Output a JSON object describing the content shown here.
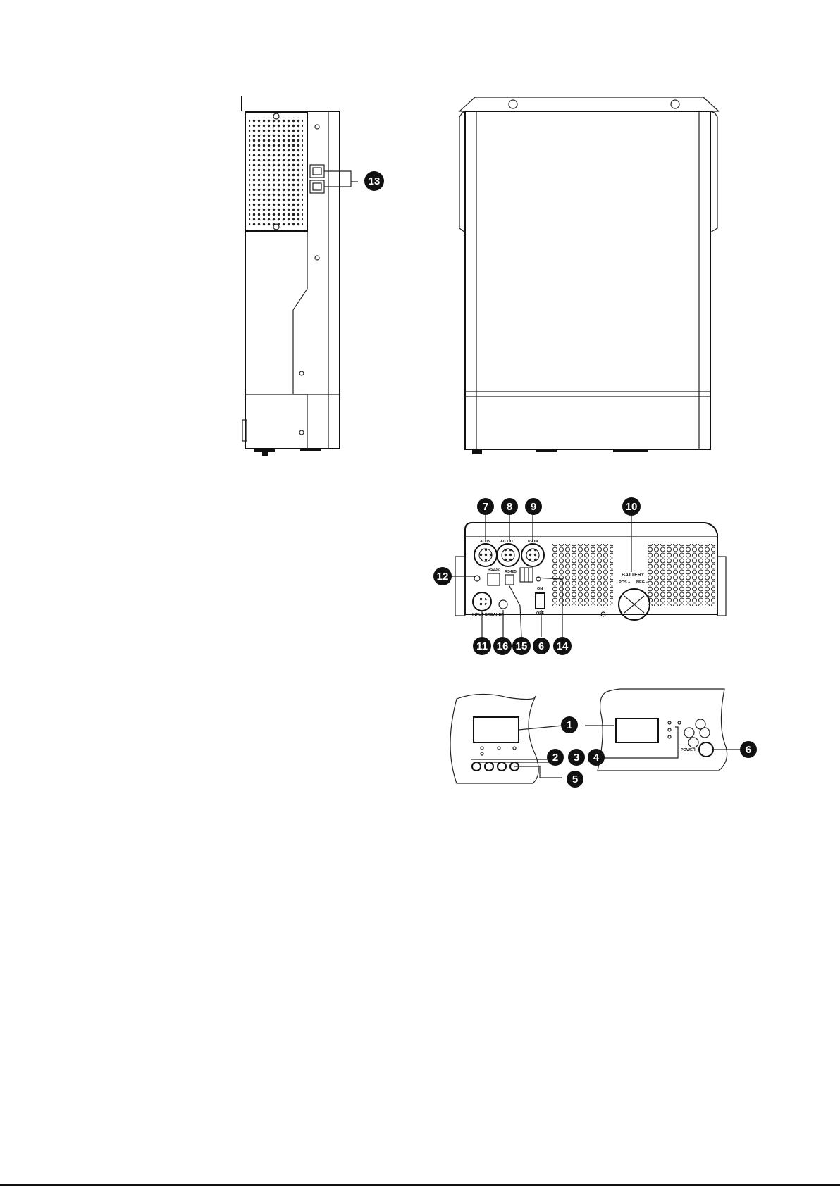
{
  "callouts": {
    "c1": "1",
    "c2": "2",
    "c3": "3",
    "c4": "4",
    "c5": "5",
    "c6a": "6",
    "c6b": "6",
    "c7": "7",
    "c8": "8",
    "c9": "9",
    "c10": "10",
    "c11": "11",
    "c12": "12",
    "c13": "13",
    "c14": "14",
    "c15": "15",
    "c16": "16"
  },
  "rear_panel": {
    "ac_in": "AC IN",
    "ac_out": "AC OUT",
    "pv_in": "PV IN",
    "rs232": "RS232",
    "rs485": "RS485",
    "battery": "BATTERY",
    "battery_pos": "POS +",
    "battery_neg": "NEG −",
    "switch_on": "ON",
    "switch_off": "OFF",
    "input_breaker": "INPUT BREAKER"
  },
  "front_panel": {
    "power": "POWER"
  },
  "colors": {
    "ink": "#111111",
    "background": "#ffffff"
  }
}
